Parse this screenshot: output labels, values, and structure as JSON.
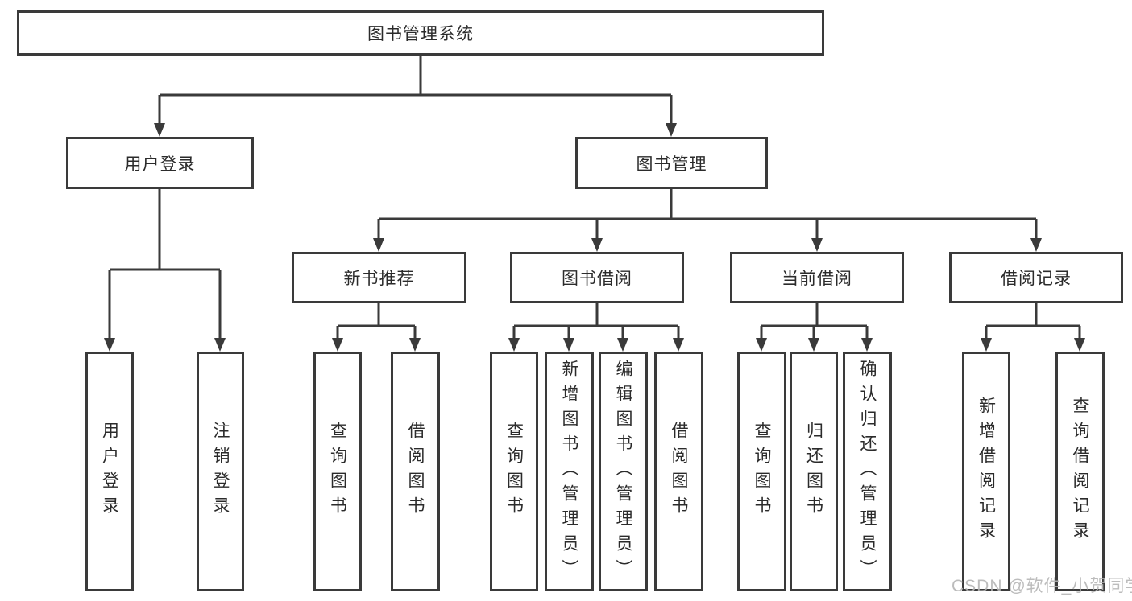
{
  "diagram": {
    "root": {
      "label": "图书管理系统"
    },
    "level2": [
      {
        "label": "用户登录",
        "parent": "图书管理系统"
      },
      {
        "label": "图书管理",
        "parent": "图书管理系统"
      }
    ],
    "level3": [
      {
        "label": "新书推荐",
        "parent": "图书管理"
      },
      {
        "label": "图书借阅",
        "parent": "图书管理"
      },
      {
        "label": "当前借阅",
        "parent": "图书管理"
      },
      {
        "label": "借阅记录",
        "parent": "图书管理"
      }
    ],
    "leaves": [
      {
        "label": "用户登录",
        "parent": "用户登录"
      },
      {
        "label": "注销登录",
        "parent": "用户登录"
      },
      {
        "label": "查询图书",
        "parent": "新书推荐"
      },
      {
        "label": "借阅图书",
        "parent": "新书推荐"
      },
      {
        "label": "查询图书",
        "parent": "图书借阅"
      },
      {
        "label": "新增图书（管理员）",
        "parent": "图书借阅"
      },
      {
        "label": "编辑图书（管理员）",
        "parent": "图书借阅"
      },
      {
        "label": "借阅图书",
        "parent": "图书借阅"
      },
      {
        "label": "查询图书",
        "parent": "当前借阅"
      },
      {
        "label": "归还图书",
        "parent": "当前借阅"
      },
      {
        "label": "确认归还（管理员）",
        "parent": "当前借阅"
      },
      {
        "label": "新增借阅记录",
        "parent": "借阅记录"
      },
      {
        "label": "查询借阅记录",
        "parent": "借阅记录"
      }
    ],
    "watermark": "CSDN @软件_小贺同学",
    "colors": {
      "line": "#3a3a3a",
      "text": "#2b2b2b",
      "box_background": "#ffffff",
      "watermark": "#b5b5b5",
      "page_background": "#ffffff"
    }
  }
}
